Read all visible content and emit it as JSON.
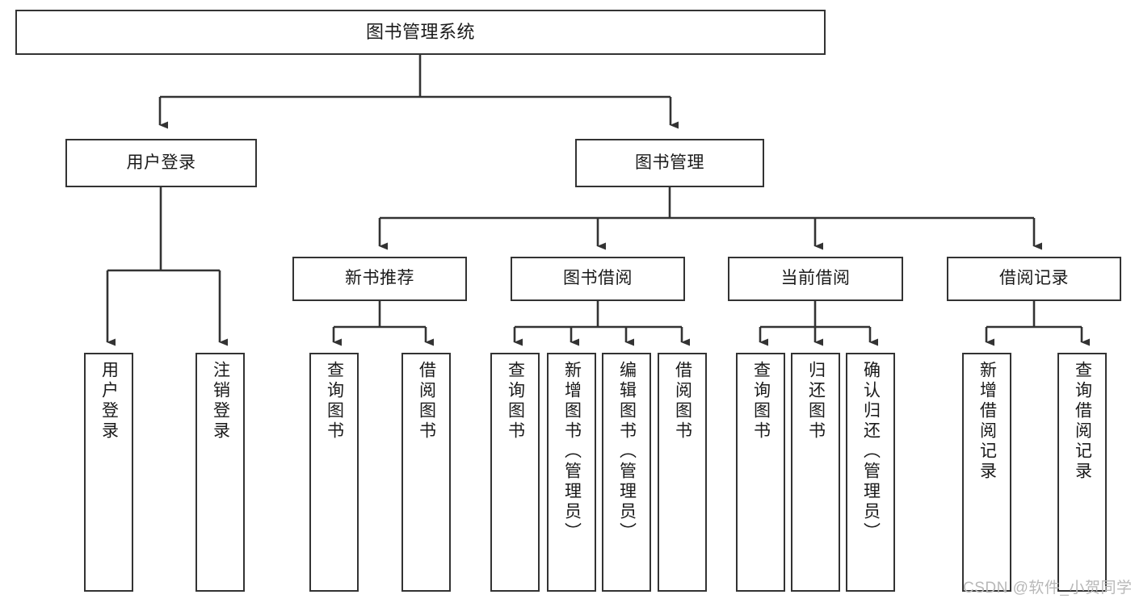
{
  "diagram": {
    "type": "tree-hierarchy",
    "title": "图书管理系统",
    "root": {
      "id": "root",
      "label": "图书管理系统"
    },
    "level2": [
      {
        "id": "user-login",
        "label": "用户登录"
      },
      {
        "id": "book-management",
        "label": "图书管理"
      }
    ],
    "level3": [
      {
        "id": "new-book-recommend",
        "label": "新书推荐",
        "parent": "book-management"
      },
      {
        "id": "book-borrow",
        "label": "图书借阅",
        "parent": "book-management"
      },
      {
        "id": "current-borrow",
        "label": "当前借阅",
        "parent": "book-management"
      },
      {
        "id": "borrow-record",
        "label": "借阅记录",
        "parent": "book-management"
      }
    ],
    "leaves": {
      "user-login": [
        {
          "id": "leaf-user-login",
          "label": "用户登录"
        },
        {
          "id": "leaf-user-logout",
          "label": "注销登录"
        }
      ],
      "new-book-recommend": [
        {
          "id": "leaf-query-book-1",
          "label": "查询图书"
        },
        {
          "id": "leaf-borrow-book-1",
          "label": "借阅图书"
        }
      ],
      "book-borrow": [
        {
          "id": "leaf-query-book-2",
          "label": "查询图书"
        },
        {
          "id": "leaf-add-book",
          "label": "新增图书（管理员）"
        },
        {
          "id": "leaf-edit-book",
          "label": "编辑图书（管理员）"
        },
        {
          "id": "leaf-borrow-book-2",
          "label": "借阅图书"
        }
      ],
      "current-borrow": [
        {
          "id": "leaf-query-book-3",
          "label": "查询图书"
        },
        {
          "id": "leaf-return-book",
          "label": "归还图书"
        },
        {
          "id": "leaf-confirm-return",
          "label": "确认归还（管理员）"
        }
      ],
      "borrow-record": [
        {
          "id": "leaf-add-record",
          "label": "新增借阅记录"
        },
        {
          "id": "leaf-query-record",
          "label": "查询借阅记录"
        }
      ]
    }
  },
  "watermark": {
    "text": "CSDN @软件_小贺同学"
  },
  "colors": {
    "stroke": "#333333",
    "background": "#ffffff",
    "text": "#1a1a1a",
    "watermark": "#b8b8b8"
  }
}
